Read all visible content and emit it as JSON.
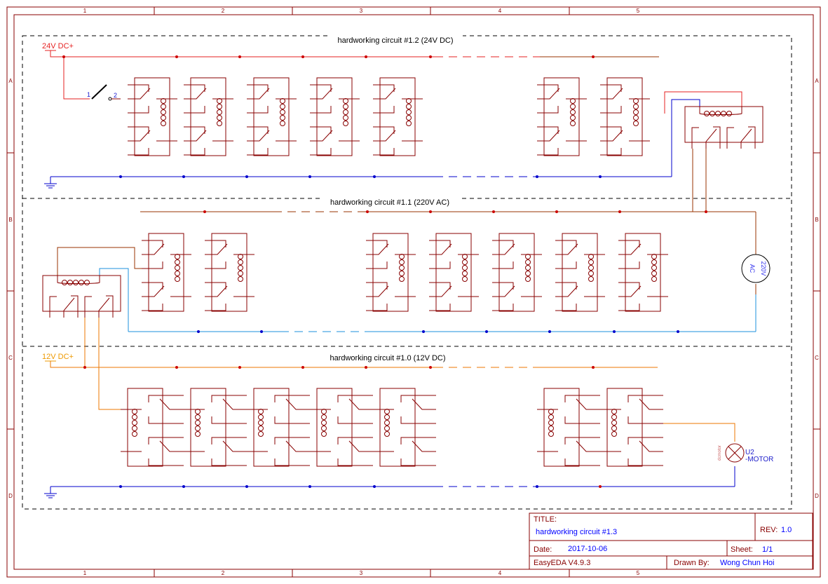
{
  "sheet": {
    "column_labels": [
      "1",
      "2",
      "3",
      "4",
      "5"
    ],
    "row_labels": [
      "A",
      "B",
      "C",
      "D"
    ]
  },
  "sections": [
    {
      "title": "hardworking circuit #1.2 (24V DC)",
      "supply_label": "24V DC+",
      "wire_color": "#e62222"
    },
    {
      "title": "hardworking circuit #1.1 (220V AC)",
      "supply_label": "",
      "wire_color": "#993300"
    },
    {
      "title": "hardworking circuit #1.0 (12V DC)",
      "supply_label": "12V DC+",
      "wire_color": "#ee7700"
    }
  ],
  "components": {
    "switch_pin1": "1",
    "switch_pin2": "2",
    "ac_source_label_1": "220V",
    "ac_source_label_2": "AC",
    "motor_ref": "U2",
    "motor_name": "-MOTOR",
    "motor_part": "dcmotor"
  },
  "colors": {
    "frame": "#880000",
    "ground_wire": "#0000cc",
    "ac_return": "#1e90dd",
    "junction": "#cc0000"
  },
  "title_block": {
    "title_label": "TITLE:",
    "title_value": "hardworking circuit #1.3",
    "rev_label": "REV:",
    "rev_value": "1.0",
    "date_label": "Date:",
    "date_value": "2017-10-06",
    "sheet_label": "Sheet:",
    "sheet_value": "1/1",
    "software": "EasyEDA V4.9.3",
    "drawn_by_label": "Drawn By:",
    "drawn_by_value": "Wong Chun Hoi"
  }
}
